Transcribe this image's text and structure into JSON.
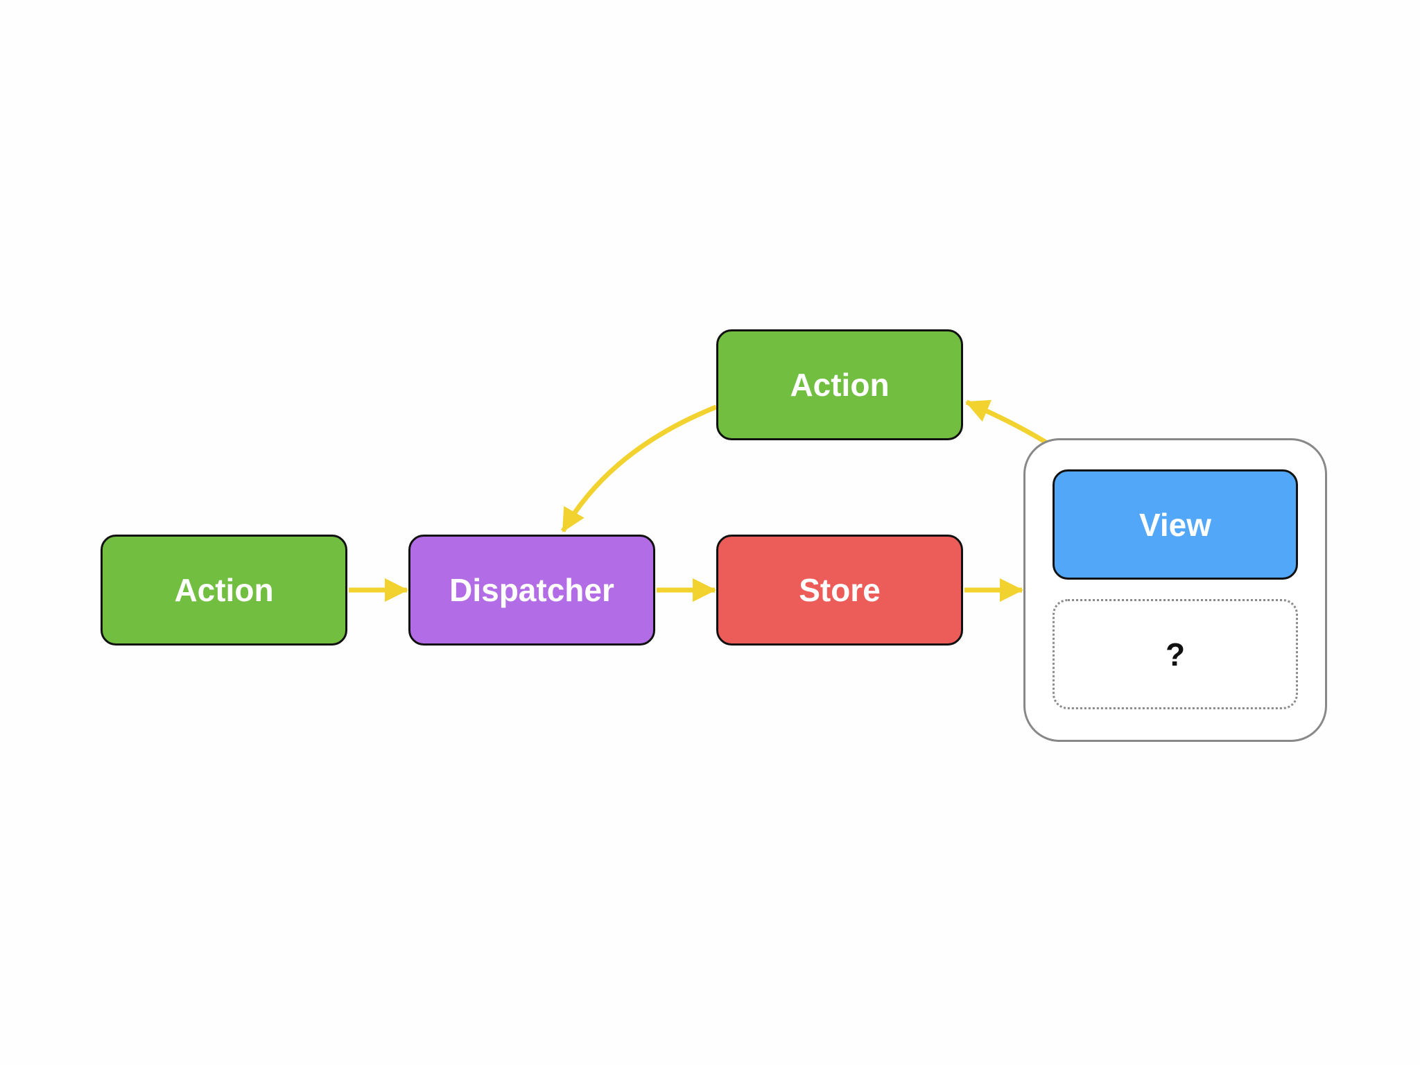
{
  "diagram": {
    "nodes": {
      "action_left": {
        "label": "Action",
        "color": "#71be41"
      },
      "dispatcher": {
        "label": "Dispatcher",
        "color": "#b26de6"
      },
      "store": {
        "label": "Store",
        "color": "#ec5d59"
      },
      "action_top": {
        "label": "Action",
        "color": "#71be41"
      },
      "view": {
        "label": "View",
        "color": "#52a7f8"
      },
      "unknown": {
        "label": "?"
      }
    },
    "edges": [
      {
        "from": "action_left",
        "to": "dispatcher"
      },
      {
        "from": "dispatcher",
        "to": "store"
      },
      {
        "from": "store",
        "to": "view_group"
      },
      {
        "from": "view_group",
        "to": "action_top"
      },
      {
        "from": "action_top",
        "to": "dispatcher"
      }
    ],
    "arrow_color": "#f2d22e",
    "node_border_color": "#111111",
    "group_border_color": "#888888"
  }
}
